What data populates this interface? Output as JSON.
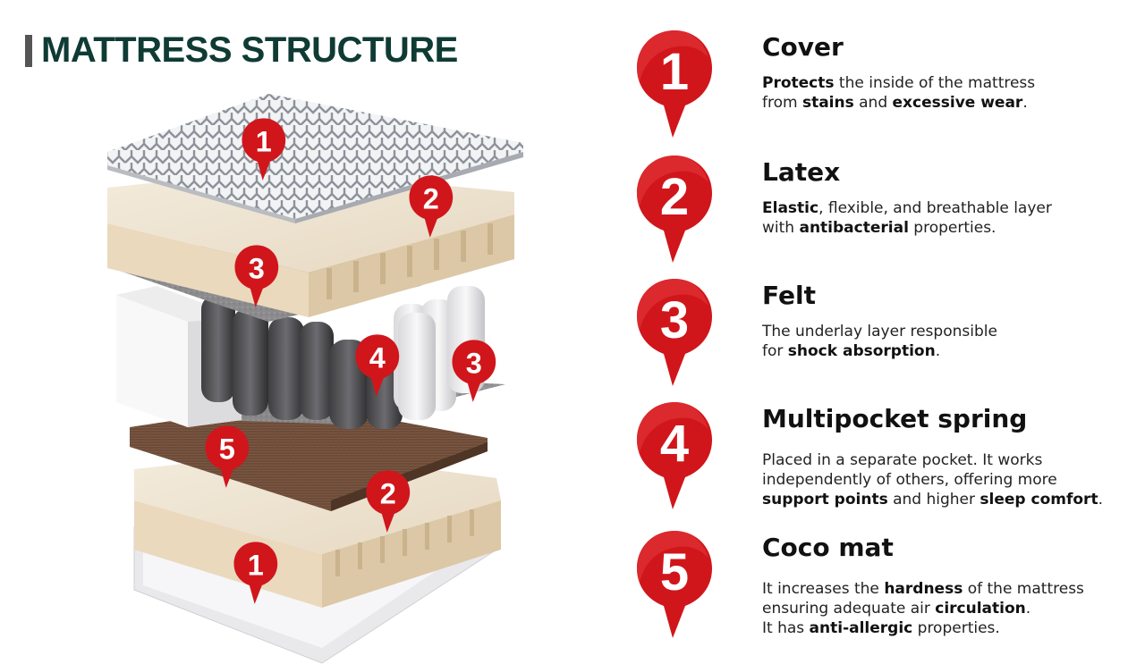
{
  "title": "MATTRESS STRUCTURE",
  "colors": {
    "accent": "#d0161b",
    "title": "#0f3b34"
  },
  "layers": [
    {
      "number": "1",
      "name": "Cover",
      "desc": [
        [
          {
            "b": "Protects"
          },
          {
            "t": " the inside of the mattress"
          }
        ],
        [
          {
            "t": "from "
          },
          {
            "b": "stains"
          },
          {
            "t": " and "
          },
          {
            "b": "excessive wear"
          },
          {
            "t": "."
          }
        ]
      ]
    },
    {
      "number": "2",
      "name": "Latex",
      "desc": [
        [
          {
            "b": "Elastic"
          },
          {
            "t": ", flexible, and breathable layer"
          }
        ],
        [
          {
            "t": "with "
          },
          {
            "b": "antibacterial"
          },
          {
            "t": " properties."
          }
        ]
      ]
    },
    {
      "number": "3",
      "name": "Felt",
      "desc": [
        [
          {
            "t": "The underlay layer responsible"
          }
        ],
        [
          {
            "t": "for "
          },
          {
            "b": "shock absorption"
          },
          {
            "t": "."
          }
        ]
      ]
    },
    {
      "number": "4",
      "name": "Multipocket spring",
      "desc": [
        [
          {
            "t": "Placed in a separate pocket. It works"
          }
        ],
        [
          {
            "t": "independently of others, offering more"
          }
        ],
        [
          {
            "b": "support points"
          },
          {
            "t": " and higher "
          },
          {
            "b": "sleep comfort"
          },
          {
            "t": "."
          }
        ]
      ]
    },
    {
      "number": "5",
      "name": "Coco mat",
      "desc": [
        [
          {
            "t": "It increases the "
          },
          {
            "b": "hardness"
          },
          {
            "t": " of the mattress"
          }
        ],
        [
          {
            "t": "ensuring adequate air "
          },
          {
            "b": "circulation"
          },
          {
            "t": "."
          }
        ],
        [
          {
            "t": "It has "
          },
          {
            "b": "anti-allergic"
          },
          {
            "t": " properties."
          }
        ]
      ]
    }
  ],
  "illustration_markers": [
    "1",
    "2",
    "3",
    "4",
    "3",
    "5",
    "2",
    "1"
  ]
}
